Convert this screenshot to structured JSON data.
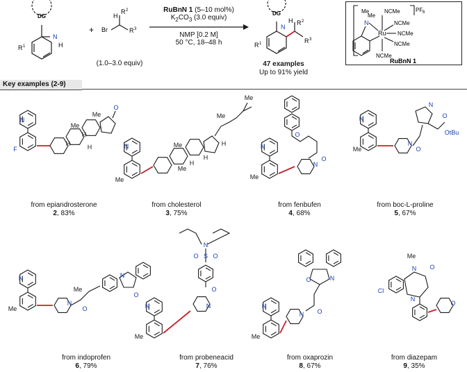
{
  "scheme": {
    "dg_label": "DG",
    "substrate_r1": "R",
    "substrate_r1_sup": "1",
    "substrate_n": "N",
    "plus": "+",
    "alkyl_halide": {
      "br": "Br",
      "h": "H",
      "r2": "R",
      "r2_sup": "2",
      "r3": "R",
      "r3_sup": "3"
    },
    "alkyl_equiv": "(1.0–3.0 equiv)",
    "conditions": {
      "catalyst": "RuBnN 1",
      "catalyst_loading": " (5–10 mol%)",
      "base": "K",
      "base_sub1": "2",
      "base_rest": "CO",
      "base_sub2": "3",
      "base_equiv": " (3.0 equiv)",
      "solvent": "NMP [0.2 M]",
      "temp_time": "50 °C, 18–48 h"
    },
    "product_dg": "DG",
    "product_h": "H",
    "product_r2": "R",
    "product_r2_sup": "2",
    "product_r3": "R",
    "product_r3_sup": "3",
    "product_r1": "R",
    "product_r1_sup": "1",
    "examples_count": "47 examples",
    "yield_max": "Up to 91% yield",
    "catalyst_box": {
      "name": "RuBnN 1",
      "me1": "Me",
      "me2": "Me",
      "n": "N",
      "ru": "Ru",
      "ligand": "NCMe",
      "pf6": "PF",
      "pf6_sub": "6"
    }
  },
  "section_title": "Key examples (2-9)",
  "examples": [
    {
      "source": "from epiandrosterone",
      "number": "2",
      "yield": ", 83%",
      "atoms": [
        "F",
        "N",
        "H",
        "H",
        "H",
        "O",
        "Me",
        "Me"
      ]
    },
    {
      "source": "from cholesterol",
      "number": "3",
      "yield": ", 75%",
      "atoms": [
        "Me",
        "N",
        "Me",
        "Me",
        "H",
        "H",
        "H",
        "Me",
        "Me"
      ]
    },
    {
      "source": "from fenbufen",
      "number": "4",
      "yield": ", 68%",
      "atoms": [
        "O",
        "O",
        "N",
        "N",
        "Me"
      ]
    },
    {
      "source": "from boc-L-proline",
      "number": "5",
      "yield": ", 67%",
      "atoms": [
        "N",
        "O",
        "O",
        "OtBu",
        "N",
        "N",
        "Me"
      ]
    },
    {
      "source": "from indoprofen",
      "number": "6",
      "yield": ", 79%",
      "atoms": [
        "N",
        "Me",
        "N",
        "O",
        "N",
        "O",
        "Me"
      ]
    },
    {
      "source": "from probeneacid",
      "number": "7",
      "yield": ", 76%",
      "atoms": [
        "N",
        "O",
        "S",
        "O",
        "N",
        "O",
        "N",
        "Me"
      ]
    },
    {
      "source": "from oxaprozin",
      "number": "8",
      "yield": ", 67%",
      "atoms": [
        "O",
        "N",
        "N",
        "N",
        "O",
        "Me"
      ]
    },
    {
      "source": "from diazepam",
      "number": "9",
      "yield": ", 35%",
      "atoms": [
        "Me",
        "N",
        "O",
        "Cl",
        "N",
        "O"
      ]
    }
  ],
  "colors": {
    "bond": "#1a1a1a",
    "heteroatom": "#1a3fb0",
    "new_bond": "#c0202a",
    "section_bg": "#e8e8e8"
  }
}
